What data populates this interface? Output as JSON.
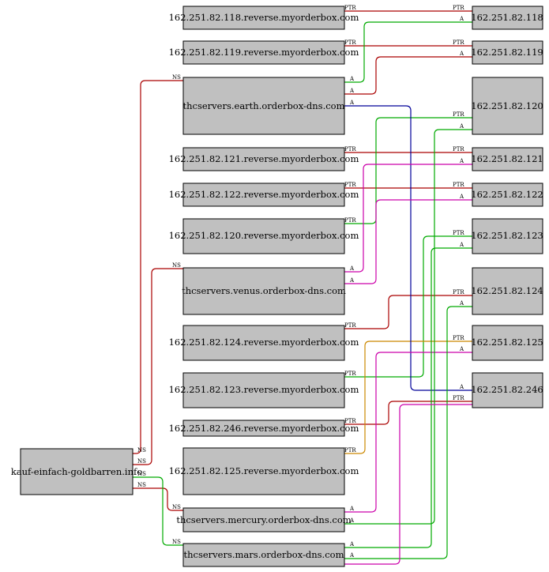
{
  "colors": {
    "ptr": "#aa0000",
    "a": "#00aa00",
    "ns": "#aa0000",
    "node_fill": "#c0c0c0",
    "other_a_1": "#000099",
    "other_a_2": "#cc00aa",
    "other_a_3": "#cc8800"
  },
  "nodes": {
    "domain": "kauf-einfach-goldbarren.info",
    "earth": "thcservers.earth.orderbox-dns.com",
    "venus": "thcservers.venus.orderbox-dns.com",
    "mercury": "thcservers.mercury.orderbox-dns.com",
    "mars": "thcservers.mars.orderbox-dns.com",
    "r118": "162.251.82.118.reverse.myorderbox.com",
    "r119": "162.251.82.119.reverse.myorderbox.com",
    "r121": "162.251.82.121.reverse.myorderbox.com",
    "r122": "162.251.82.122.reverse.myorderbox.com",
    "r120": "162.251.82.120.reverse.myorderbox.com",
    "r124": "162.251.82.124.reverse.myorderbox.com",
    "r123": "162.251.82.123.reverse.myorderbox.com",
    "r246": "162.251.82.246.reverse.myorderbox.com",
    "r125": "162.251.82.125.reverse.myorderbox.com",
    "ip118": "162.251.82.118",
    "ip119": "162.251.82.119",
    "ip120": "162.251.82.120",
    "ip121": "162.251.82.121",
    "ip122": "162.251.82.122",
    "ip123": "162.251.82.123",
    "ip124": "162.251.82.124",
    "ip125": "162.251.82.125",
    "ip246": "162.251.82.246"
  },
  "edge_labels": {
    "ptr": "PTR",
    "a": "A",
    "ns": "NS"
  }
}
